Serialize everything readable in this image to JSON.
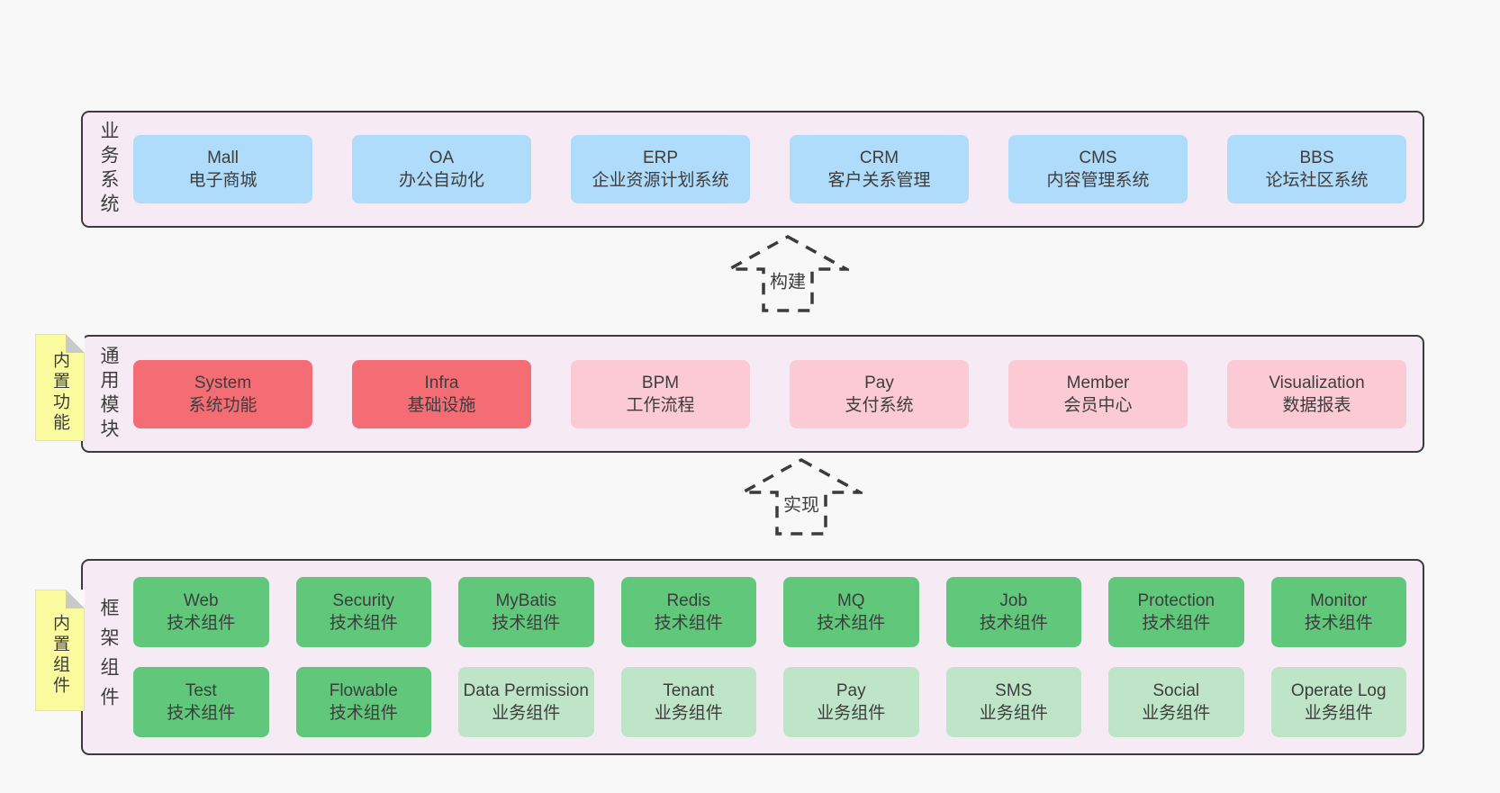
{
  "colors": {
    "page_bg": "#f8f8f8",
    "panel_bg": "#f6ebf4",
    "panel_border": "#3b3b3b",
    "blue_box": "#aedcfa",
    "red_box": "#f56d74",
    "pink_box": "#fccad4",
    "green_dark_box": "#60c77b",
    "green_light_box": "#bfe5c8",
    "sticky_bg": "#fafa9e",
    "text": "#3d3d3d"
  },
  "arrows": {
    "build": "构建",
    "implement": "实现"
  },
  "layers": {
    "business": {
      "label": "业务系统",
      "boxes": [
        {
          "name": "Mall",
          "subtitle": "电子商城"
        },
        {
          "name": "OA",
          "subtitle": "办公自动化"
        },
        {
          "name": "ERP",
          "subtitle": "企业资源计划系统"
        },
        {
          "name": "CRM",
          "subtitle": "客户关系管理"
        },
        {
          "name": "CMS",
          "subtitle": "内容管理系统"
        },
        {
          "name": "BBS",
          "subtitle": "论坛社区系统"
        }
      ]
    },
    "modules": {
      "label": "通用模块",
      "sticky": "内置功能",
      "boxes": [
        {
          "name": "System",
          "subtitle": "系统功能"
        },
        {
          "name": "Infra",
          "subtitle": "基础设施"
        },
        {
          "name": "BPM",
          "subtitle": "工作流程"
        },
        {
          "name": "Pay",
          "subtitle": "支付系统"
        },
        {
          "name": "Member",
          "subtitle": "会员中心"
        },
        {
          "name": "Visualization",
          "subtitle": "数据报表"
        }
      ]
    },
    "components": {
      "label": "框架组件",
      "sticky": "内置组件",
      "row1": [
        {
          "name": "Web",
          "subtitle": "技术组件"
        },
        {
          "name": "Security",
          "subtitle": "技术组件"
        },
        {
          "name": "MyBatis",
          "subtitle": "技术组件"
        },
        {
          "name": "Redis",
          "subtitle": "技术组件"
        },
        {
          "name": "MQ",
          "subtitle": "技术组件"
        },
        {
          "name": "Job",
          "subtitle": "技术组件"
        },
        {
          "name": "Protection",
          "subtitle": "技术组件"
        },
        {
          "name": "Monitor",
          "subtitle": "技术组件"
        }
      ],
      "row2": [
        {
          "name": "Test",
          "subtitle": "技术组件"
        },
        {
          "name": "Flowable",
          "subtitle": "技术组件"
        },
        {
          "name": "Data Permission",
          "subtitle": "业务组件"
        },
        {
          "name": "Tenant",
          "subtitle": "业务组件"
        },
        {
          "name": "Pay",
          "subtitle": "业务组件"
        },
        {
          "name": "SMS",
          "subtitle": "业务组件"
        },
        {
          "name": "Social",
          "subtitle": "业务组件"
        },
        {
          "name": "Operate Log",
          "subtitle": "业务组件"
        }
      ]
    }
  }
}
